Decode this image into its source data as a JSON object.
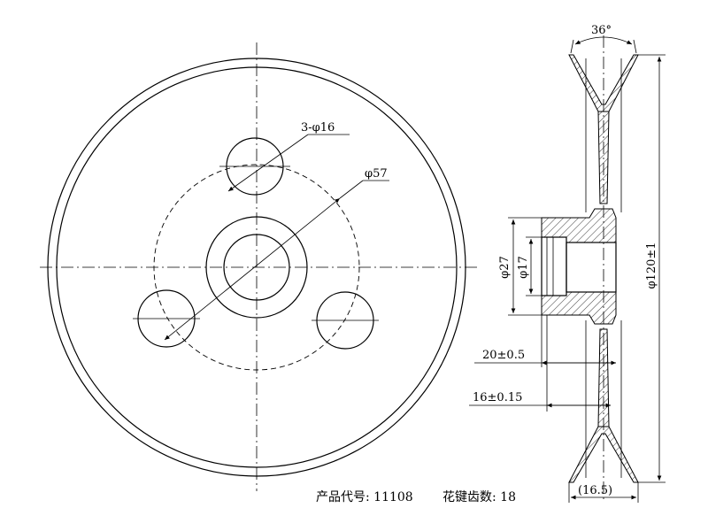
{
  "dimensions": {
    "holes": "3-φ16",
    "pitch_circle": "φ57",
    "angle": "36°",
    "outer_diameter": "φ120±1",
    "hub_outer": "φ27",
    "hub_inner": "φ17",
    "width_20": "20±0.5",
    "width_16": "16±0.15",
    "width_ref": "(16.5)"
  },
  "caption": {
    "product_code": "产品代号: 11108",
    "spline_teeth": "花键齿数: 18"
  }
}
